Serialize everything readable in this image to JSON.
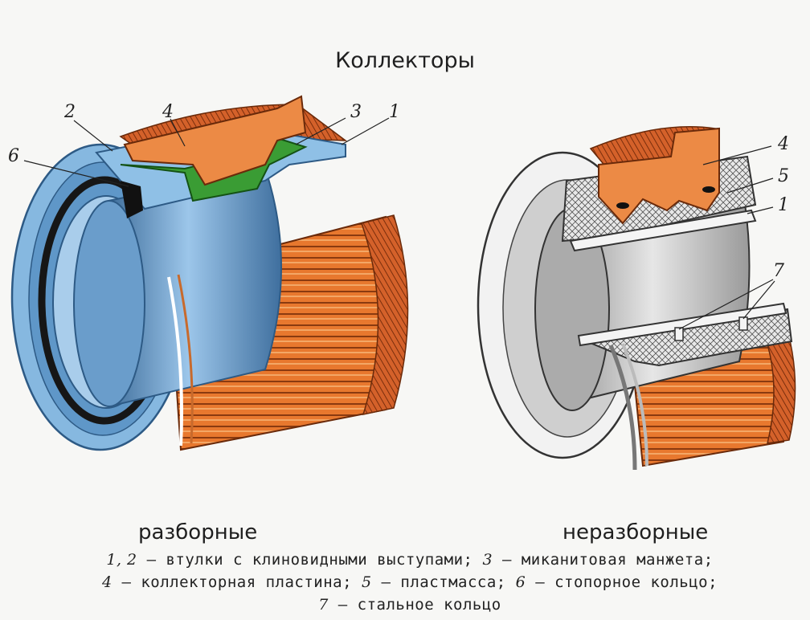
{
  "title": "Коллекторы",
  "left_figure": {
    "caption": "разборные",
    "callouts": [
      "2",
      "4",
      "3",
      "1",
      "6"
    ]
  },
  "right_figure": {
    "caption": "неразборные",
    "callouts": [
      "4",
      "5",
      "1",
      "7"
    ]
  },
  "legend": {
    "line1": [
      "1, 2",
      " – втулки с клиновидными выступами; ",
      "3",
      " – миканитовая манжета;"
    ],
    "line2": [
      "4",
      " – коллекторная пластина; ",
      "5",
      " – пластмасса; ",
      "6",
      " – стопорное кольцо;"
    ],
    "line3": [
      "7",
      " – стальное кольцо"
    ]
  },
  "colors": {
    "copper": "#e8782e",
    "copper_dark": "#b3501c",
    "steel_blue": "#7fb1dc",
    "steel_dark": "#3d6f9e",
    "mica_green": "#2f8f2f",
    "grey": "#c9c9c9",
    "plastic": "#e6e6e6"
  }
}
